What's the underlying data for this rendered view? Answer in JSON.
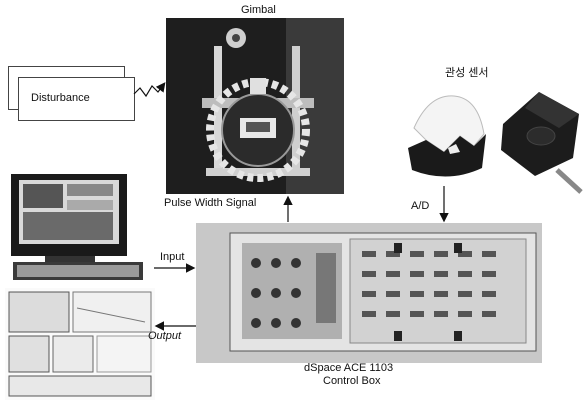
{
  "labels": {
    "gimbal": "Gimbal",
    "inertial_sensor": "관성 센서",
    "disturbance": "Disturbance",
    "pulse_width_signal": "Pulse Width Signal",
    "ad": "A/D",
    "input": "Input",
    "output": "Output",
    "control_box_line1": "dSpace ACE 1103",
    "control_box_line2": "Control Box"
  }
}
